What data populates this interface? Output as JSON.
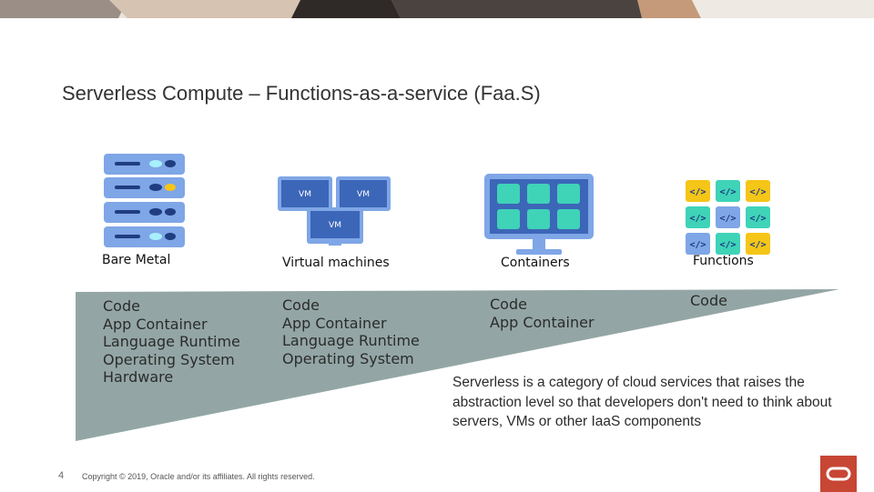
{
  "slide": {
    "title": "Serverless Compute – Functions-as-a-service (Faa.S)",
    "page_number": "4",
    "copyright": "Copyright © 2019, Oracle and/or its affiliates. All rights reserved.",
    "description": "Serverless is a category of cloud services that raises the abstraction level so that developers don't need to think about servers, VMs or other IaaS components"
  },
  "columns": [
    {
      "label": "Bare Metal",
      "layers": [
        "Code",
        "App Container",
        "Language Runtime",
        "Operating System",
        "Hardware"
      ]
    },
    {
      "label": "Virtual machines",
      "layers": [
        "Code",
        "App Container",
        "Language Runtime",
        "Operating System"
      ]
    },
    {
      "label": "Containers",
      "layers": [
        "Code",
        "App Container"
      ]
    },
    {
      "label": "Functions",
      "layers": [
        "Code"
      ]
    }
  ],
  "icons": {
    "vm_label": "VM",
    "function_glyph": "</>"
  },
  "colors": {
    "wedge": "#93a6a5",
    "icon_blue": "#3c66b8",
    "icon_light": "#7fa6e6",
    "teal": "#3fd3b8",
    "yellow": "#f5c518",
    "oracle_red": "#c74634"
  }
}
